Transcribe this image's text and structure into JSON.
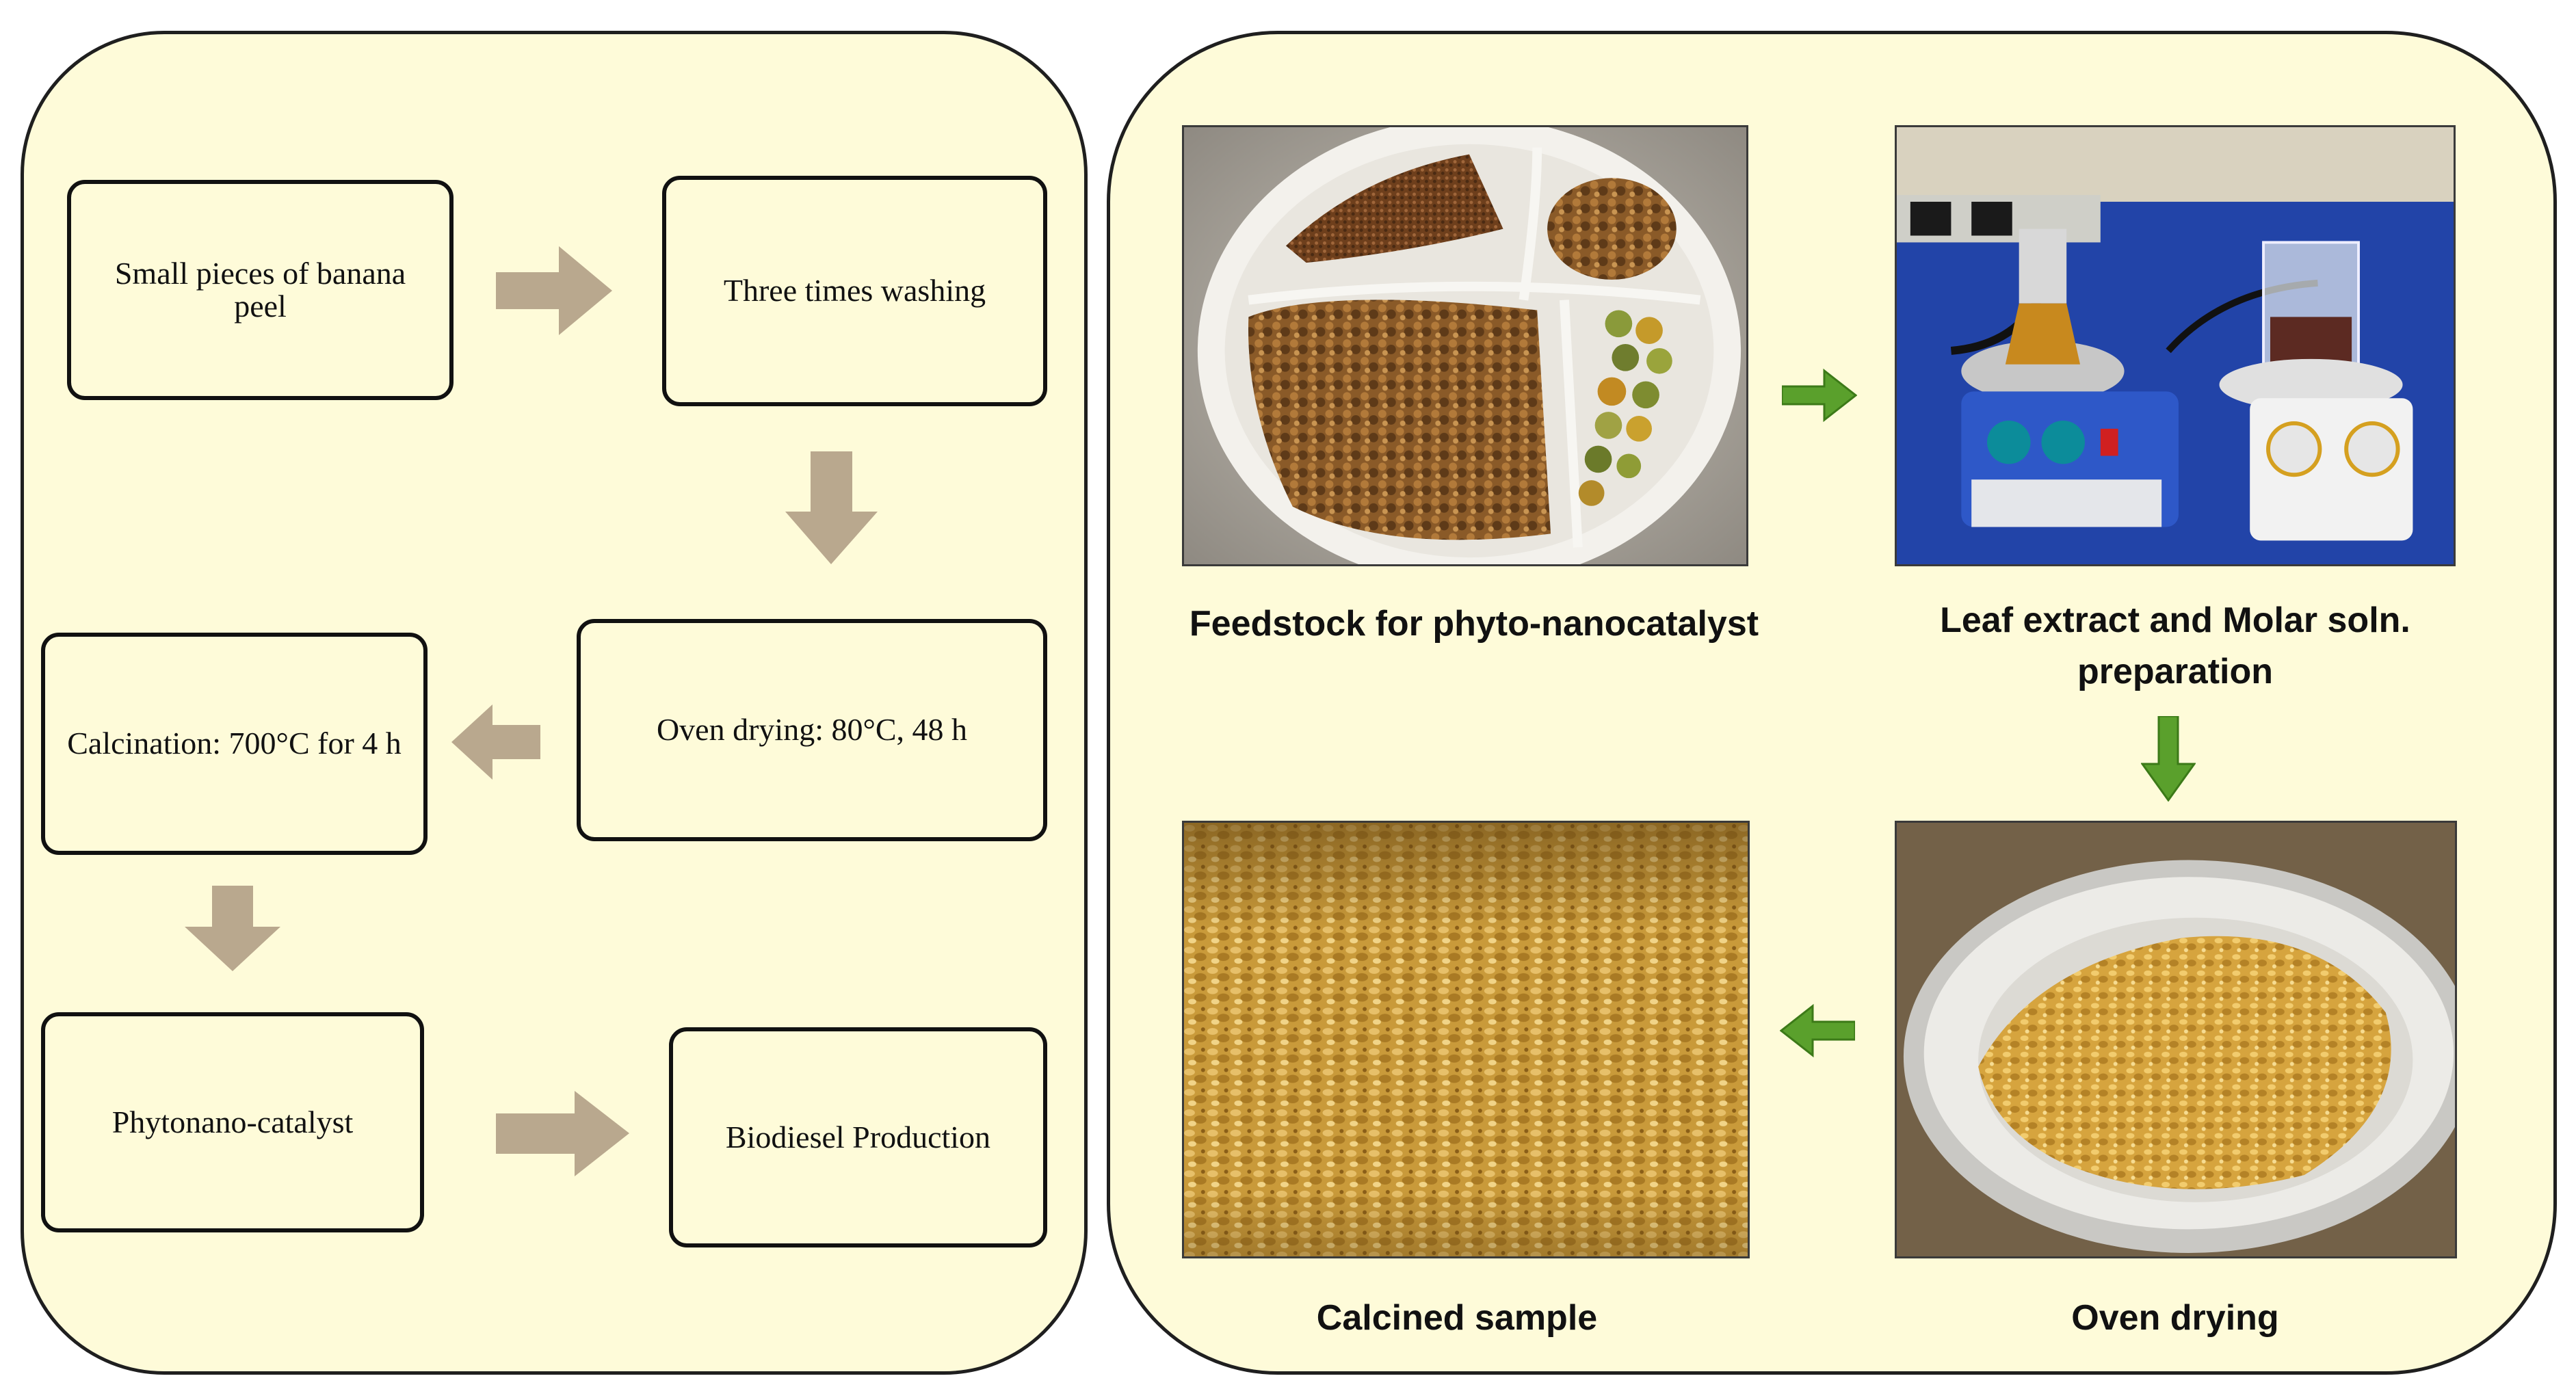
{
  "flowchart": {
    "steps": [
      "Small pieces of banana peel",
      "Three times washing",
      "Oven drying: 80°C, 48 h",
      "Calcination: 700°C for 4 h",
      "Phytonano-catalyst",
      "Biodiesel Production"
    ]
  },
  "photos": {
    "feedstock_caption": "Feedstock for phyto-nanocatalyst",
    "leaf_extract_caption": "Leaf extract and Molar soln. preparation",
    "oven_drying_caption": "Oven drying",
    "calcined_caption": "Calcined sample"
  },
  "colors": {
    "panel_fill": "#fefbd9",
    "flow_arrow": "#b9a88e",
    "photo_arrow": "#5aa02c",
    "border": "#111111"
  }
}
